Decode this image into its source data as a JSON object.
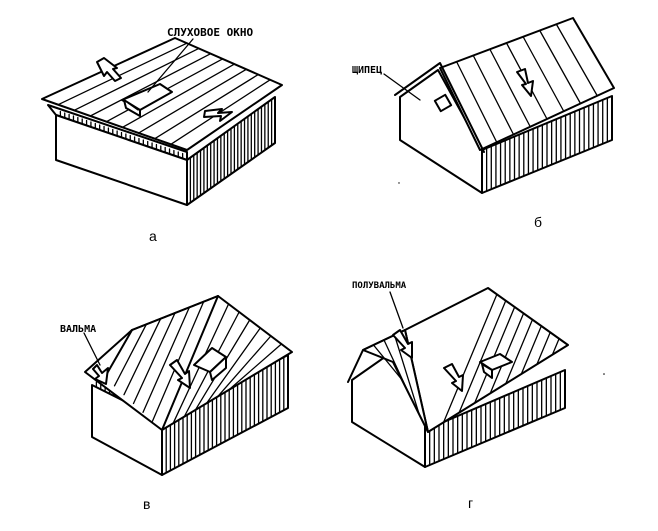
{
  "figure": {
    "panels": [
      {
        "id": "a",
        "caption": "а",
        "callout": "СЛУХОВОЕ ОКНО"
      },
      {
        "id": "b",
        "caption": "б",
        "callout": "ЩИПЕЦ"
      },
      {
        "id": "v",
        "caption": "в",
        "callout": "ВАЛЬМА"
      },
      {
        "id": "g",
        "caption": "г",
        "callout": "ПОЛУВАЛЬМА"
      }
    ],
    "colors": {
      "ink": "#000000",
      "paper": "#ffffff"
    }
  }
}
